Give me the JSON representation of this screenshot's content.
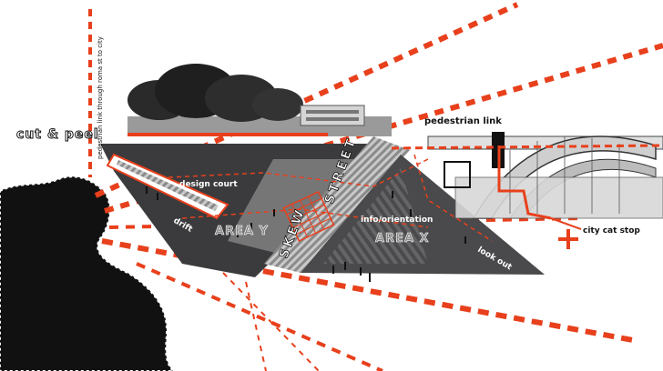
{
  "colors": {
    "accent_red": "#e8401c",
    "plaza_dark": "#3b3b3d",
    "plaza_mid": "#58585a",
    "ink": "#111111",
    "paper": "#ffffff"
  },
  "labels": {
    "vertical_note": "pedestrian link through roma st to city",
    "cut_and_peel": "cut & peel",
    "pedestrian_link": "pedestrian link",
    "design_court": "design court",
    "drift": "drift",
    "area_y": "AREA Y",
    "skew": "SKEW",
    "street": "STREET",
    "info_orientation": "info/orientation",
    "area_x": "AREA X",
    "look_out": "look out",
    "city_cat_stop": "city cat stop"
  },
  "icons": {
    "plus_marker": "plus-icon",
    "trees": "tree-icon",
    "bridge": "bridge-icon",
    "people": "person-icon"
  }
}
